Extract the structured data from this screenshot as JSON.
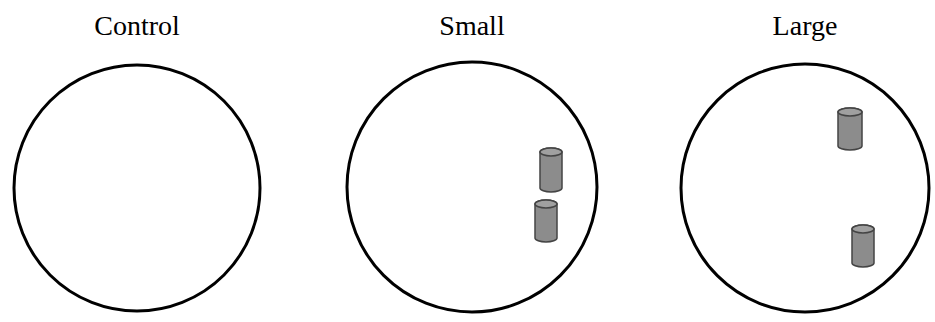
{
  "diagram": {
    "nodes": [
      {
        "text": [
          "Control"
        ]
      },
      {
        "text": [
          "Small"
        ]
      },
      {
        "text": [
          "Large"
        ]
      }
    ]
  }
}
